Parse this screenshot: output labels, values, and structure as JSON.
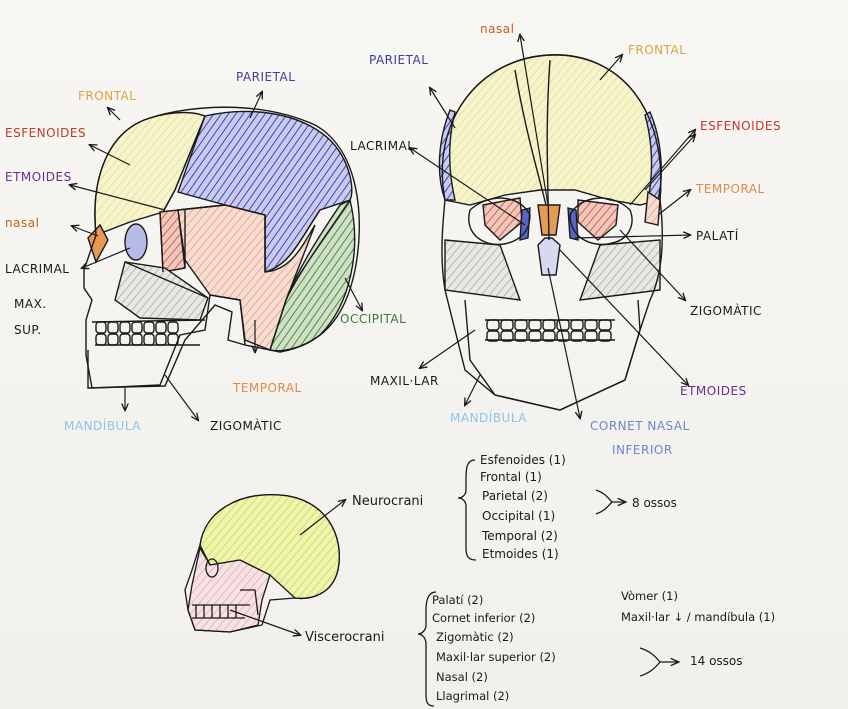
{
  "colors": {
    "ink": "#1a1a1a",
    "frontal": "#d9a441",
    "parietal": "#3c3f9e",
    "occipital": "#3d7a3a",
    "temporal": "#e08a4a",
    "esfenoides": "#c1392b",
    "etmoides": "#6b2f86",
    "nasal": "#c0621f",
    "mandibula": "#8fc3e8",
    "cornet": "#6e86c8",
    "lacrimal": "#222222",
    "zigomatic": "#222222",
    "frontal_fill": "#f2efb0",
    "parietal_fill": "#5b62c9",
    "occipital_fill": "#5a8c4e",
    "temporal_fill": "#f0b7a4",
    "esfenoides_fill": "#d2705e",
    "nasal_fill": "#e49b52",
    "neuro_fill": "#e3ef7a",
    "viscero_fill": "#efc9cc"
  },
  "lateral_view": {
    "labels": {
      "frontal": "FRONTAL",
      "parietal": "PARIETAL",
      "esfenoides": "ESFENOIDES",
      "etmoides": "ETMOIDES",
      "nasal": "nasal",
      "lacrimal": "LACRIMAL",
      "max_sup_1": "MAX.",
      "max_sup_2": "SUP.",
      "occipital": "OCCIPITAL",
      "temporal": "TEMPORAL",
      "mandibula": "MANDÍBULA",
      "zigomatic": "ZIGOMÀTIC"
    }
  },
  "frontal_view": {
    "labels": {
      "nasal": "nasal",
      "parietal": "PARIETAL",
      "frontal": "FRONTAL",
      "lacrimal": "LACRIMAL",
      "esfenoides": "ESFENOIDES",
      "temporal": "TEMPORAL",
      "palati": "PALATÍ",
      "zigomatic": "ZIGOMÀTIC",
      "maxillar": "MAXIL·LAR",
      "etmoides": "ETMOIDES",
      "mandibula": "MANDÍBULA",
      "cornet_1": "CORNET NASAL",
      "cornet_2": "INFERIOR"
    }
  },
  "summary": {
    "neurocrani": {
      "title": "Neurocrani",
      "items": [
        "Esfenoides (1)",
        "Frontal (1)",
        "Parietal (2)",
        "Occipital (1)",
        "Temporal (2)",
        "Etmoides (1)"
      ],
      "total": "8 ossos"
    },
    "viscerocrani": {
      "title": "Viscerocrani",
      "items_left": [
        "Palatí (2)",
        "Cornet inferior (2)",
        "Zigomàtic (2)",
        "Maxil·lar superior (2)",
        "Nasal (2)",
        "Llagrimal (2)"
      ],
      "items_right": [
        "Vòmer (1)",
        "Maxil·lar ↓ / mandíbula (1)"
      ],
      "total": "14 ossos"
    }
  }
}
